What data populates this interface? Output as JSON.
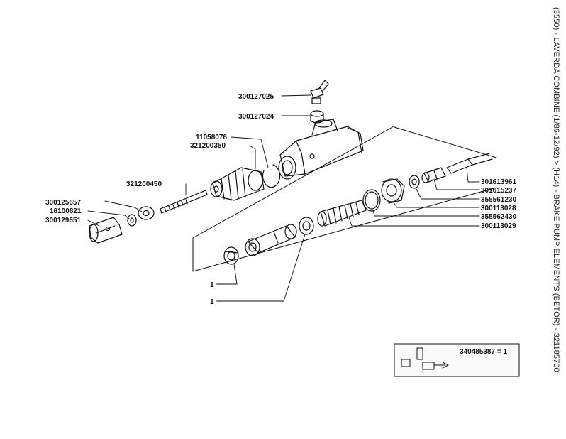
{
  "title": "(3550) - LAVERDA COMBINE (1/86-12/92) > (H14) - BRAKE PUMP ELEMENTS (BETOR) - 321185700",
  "labels": {
    "p300127025": "300127025",
    "p300127024": "300127024",
    "p11058076": "11058076",
    "p321200350": "321200350",
    "p321200450": "321200450",
    "p300125657": "300125657",
    "p16100821": "16100821",
    "p300129651": "300129651",
    "p301613961": "301613961",
    "p301615237": "301615237",
    "p355561230": "355561230",
    "p300113028": "300113028",
    "p355562430": "355562430",
    "p300113029": "300113029",
    "one_a": "1",
    "one_b": "1"
  },
  "kit": {
    "text": "340485387 = 1"
  }
}
